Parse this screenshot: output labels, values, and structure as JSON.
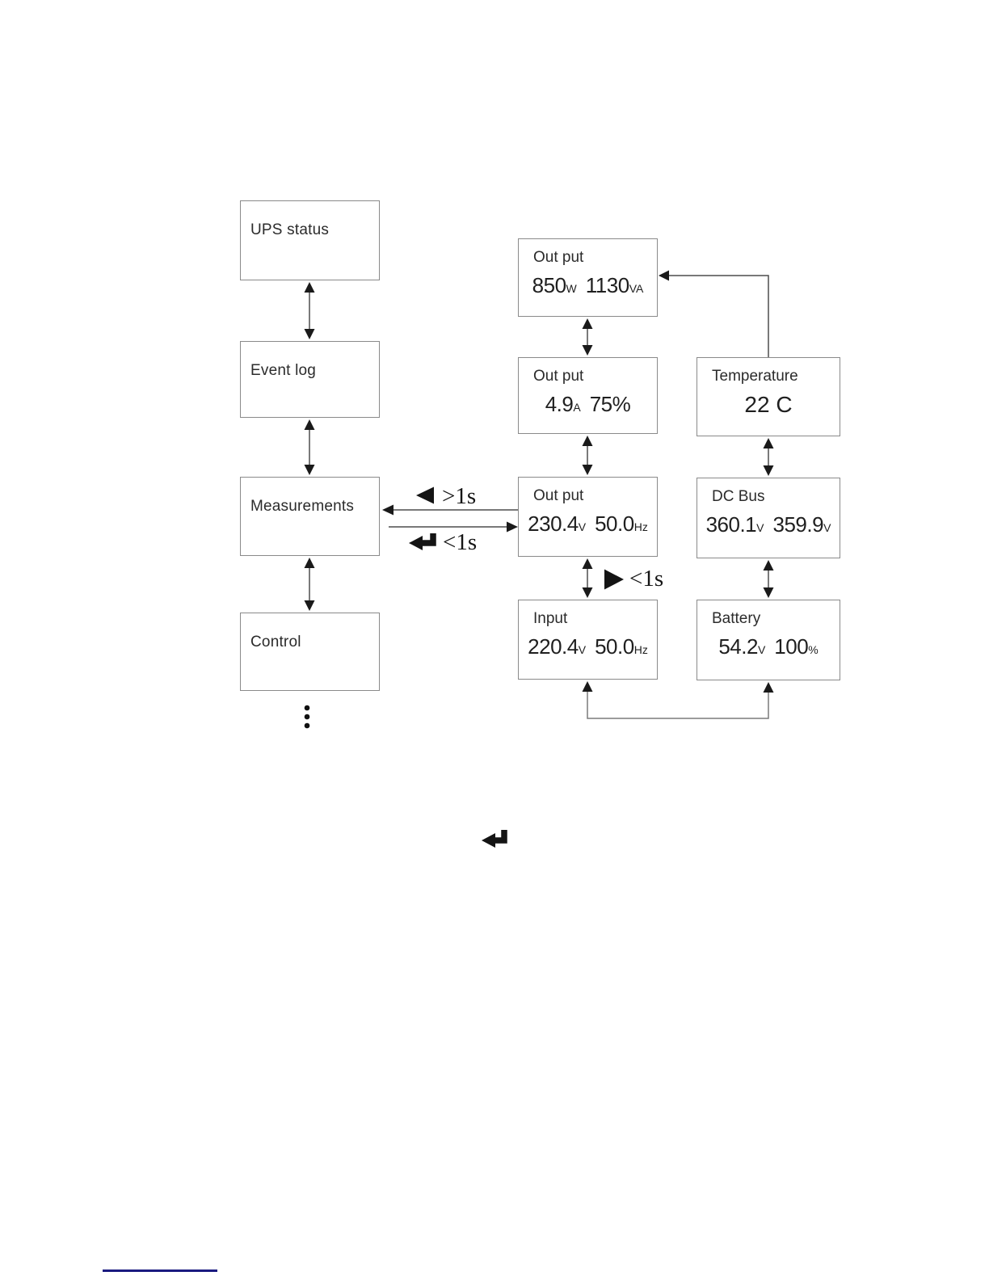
{
  "menu": {
    "ups_status": {
      "label": "UPS status"
    },
    "event_log": {
      "label": "Event log"
    },
    "measurements": {
      "label": "Measurements"
    },
    "control": {
      "label": "Control"
    }
  },
  "screens": {
    "output_power": {
      "title": "Out put",
      "value1": "850",
      "unit1": "W",
      "value2": "1130",
      "unit2": "VA"
    },
    "output_current": {
      "title": "Out put",
      "value1": "4.9",
      "unit1": "A",
      "value2": "75%",
      "unit2": ""
    },
    "output_voltage": {
      "title": "Out put",
      "value1": "230.4",
      "unit1": "V",
      "value2": "50.0",
      "unit2": "Hz"
    },
    "input": {
      "title": "Input",
      "value1": "220.4",
      "unit1": "V",
      "value2": "50.0",
      "unit2": "Hz"
    },
    "temperature": {
      "title": "Temperature",
      "value1": "22 C",
      "unit1": "",
      "value2": "",
      "unit2": ""
    },
    "dc_bus": {
      "title": "DC Bus",
      "value1": "360.1",
      "unit1": "V",
      "value2": "359.9",
      "unit2": "V"
    },
    "battery": {
      "title": "Battery",
      "value1": "54.2",
      "unit1": "V",
      "value2": "100",
      "unit2": "%"
    }
  },
  "hints": {
    "back": {
      "icon": "left-triangle-icon",
      "hold": ">1s"
    },
    "enter": {
      "icon": "return-arrow-icon",
      "hold": "<1s"
    },
    "next": {
      "icon": "right-triangle-icon",
      "hold": "<1s"
    }
  },
  "icons": {
    "standalone_note": "return-arrow-icon",
    "menu_more": "vertical-ellipsis"
  },
  "colors": {
    "box_border": "#8a8a8a",
    "connector_line": "#4d4d4d",
    "arrowhead": "#1a1a1a",
    "text": "#2b2b2b",
    "footer_rule": "#1a1a80"
  }
}
